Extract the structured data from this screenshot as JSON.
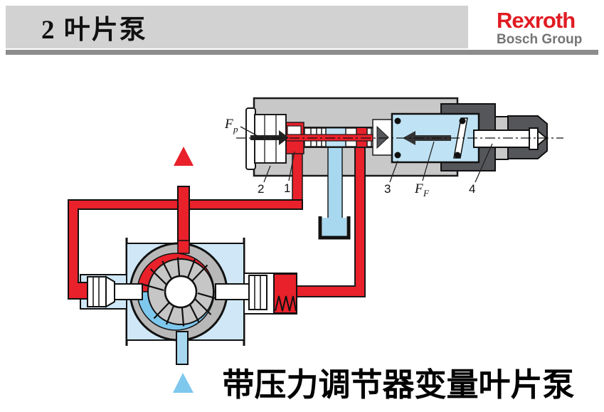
{
  "header": {
    "title": "2 叶片泵",
    "logo_line1": "Rexroth",
    "logo_line2": "Bosch Group"
  },
  "caption": "带压力调节器变量叶片泵",
  "diagram": {
    "labels": {
      "fp_main": "F",
      "fp_sub": "p",
      "ff_main": "F",
      "ff_sub": "F",
      "part1": "1",
      "part2": "2",
      "part3": "3",
      "part4": "4"
    }
  },
  "colors": {
    "red": "#e8212b",
    "light_blue": "#7ec8ee",
    "chamber_blue": "#bfe3f5",
    "pump_blue": "#cfe7f6",
    "body_gray": "#c8c8c8",
    "ring_gray": "#b8b8b8",
    "dark_gray": "#55565a",
    "logo_red": "#e11b22"
  }
}
